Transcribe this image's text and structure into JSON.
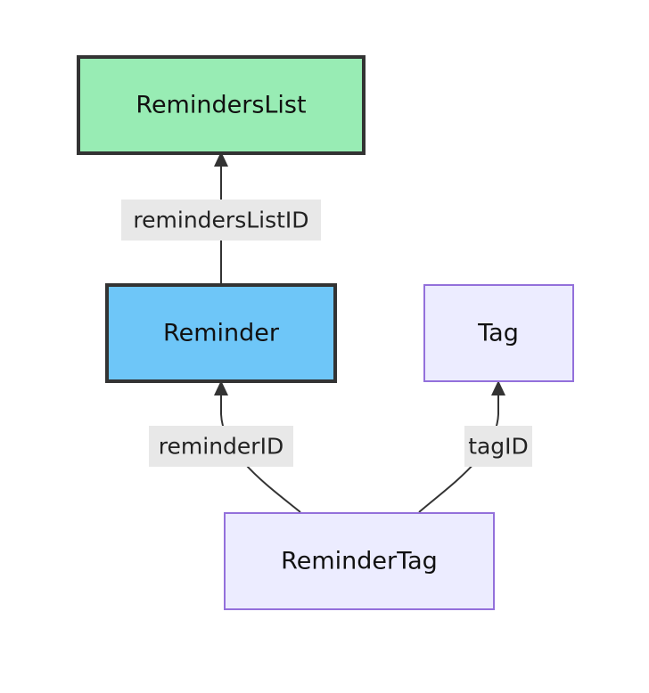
{
  "nodes": {
    "reminders_list": {
      "label": "RemindersList",
      "fill": "#98ecb4",
      "stroke": "#333333"
    },
    "reminder": {
      "label": "Reminder",
      "fill": "#6ec6f8",
      "stroke": "#333333"
    },
    "tag": {
      "label": "Tag",
      "fill": "#ececff",
      "stroke": "#9370db"
    },
    "reminder_tag": {
      "label": "ReminderTag",
      "fill": "#ececff",
      "stroke": "#9370db"
    }
  },
  "edges": {
    "reminders_list_id": {
      "label": "remindersListID",
      "from": "Reminder",
      "to": "RemindersList"
    },
    "reminder_id": {
      "label": "reminderID",
      "from": "ReminderTag",
      "to": "Reminder"
    },
    "tag_id": {
      "label": "tagID",
      "from": "ReminderTag",
      "to": "Tag"
    }
  }
}
